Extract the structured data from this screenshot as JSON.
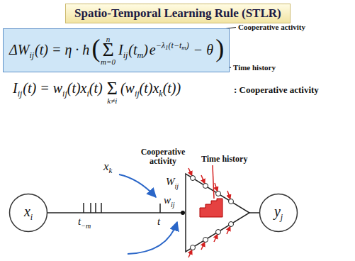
{
  "diagram": {
    "title": "Spatio-Temporal Learning Rule (STLR)",
    "nodes": [
      {
        "text": [
          "ΔW",
          "ij",
          "(t) = η · h",
          "(",
          "Σ",
          "n",
          "m=0",
          "I",
          "ij",
          "(t",
          "m",
          ")",
          "e",
          "−λ",
          "1",
          "(t−t",
          "m",
          ")",
          "− θ",
          ")"
        ]
      },
      {
        "text": [
          "x",
          "i"
        ]
      },
      {
        "text": [
          "y",
          "j"
        ]
      }
    ],
    "labels": [
      "Cooperative activity",
      "Time history",
      "I",
      "ij",
      "(t) = w",
      "ij",
      "(t)x",
      "i",
      "(t)",
      "Σ",
      "k≠i",
      "(w",
      "ij",
      "(t)x",
      "k",
      "(t))",
      ": Cooperative activity",
      "x",
      "k",
      "Cooperative activity",
      "Time history",
      "W",
      "ij",
      "w",
      "ij",
      "t",
      "−m",
      "t"
    ]
  }
}
